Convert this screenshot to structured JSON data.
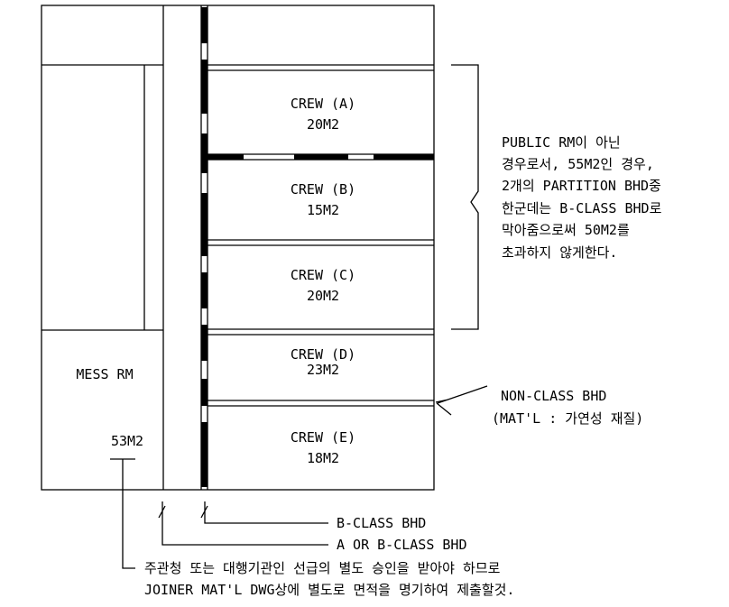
{
  "rooms": {
    "crew_a": {
      "name": "CREW (A)",
      "area": "20M2"
    },
    "crew_b": {
      "name": "CREW (B)",
      "area": "15M2"
    },
    "crew_c": {
      "name": "CREW (C)",
      "area": "20M2"
    },
    "crew_d": {
      "name": "CREW (D)",
      "area": "23M2"
    },
    "crew_e": {
      "name": "CREW (E)",
      "area": "18M2"
    },
    "mess": {
      "name": "MESS RM",
      "area": "53M2"
    }
  },
  "notes": {
    "public_rm": [
      "PUBLIC RM이 아닌",
      "경우로서, 55M2인 경우,",
      "2개의 PARTITION BHD중",
      "한군데는 B-CLASS BHD로",
      "막아줌으로써 50M2를",
      "초과하지 않게한다."
    ],
    "non_class": [
      "NON-CLASS BHD",
      "(MAT'L : 가연성 재질)"
    ],
    "b_class": "B-CLASS BHD",
    "a_or_b_class": "A OR B-CLASS BHD",
    "approval": [
      "주관청 또는 대행기관인 선급의 별도 승인을 받아야 하므로",
      "JOINER MAT'L DWG상에 별도로 면적을 명기하여 제출할것."
    ]
  }
}
